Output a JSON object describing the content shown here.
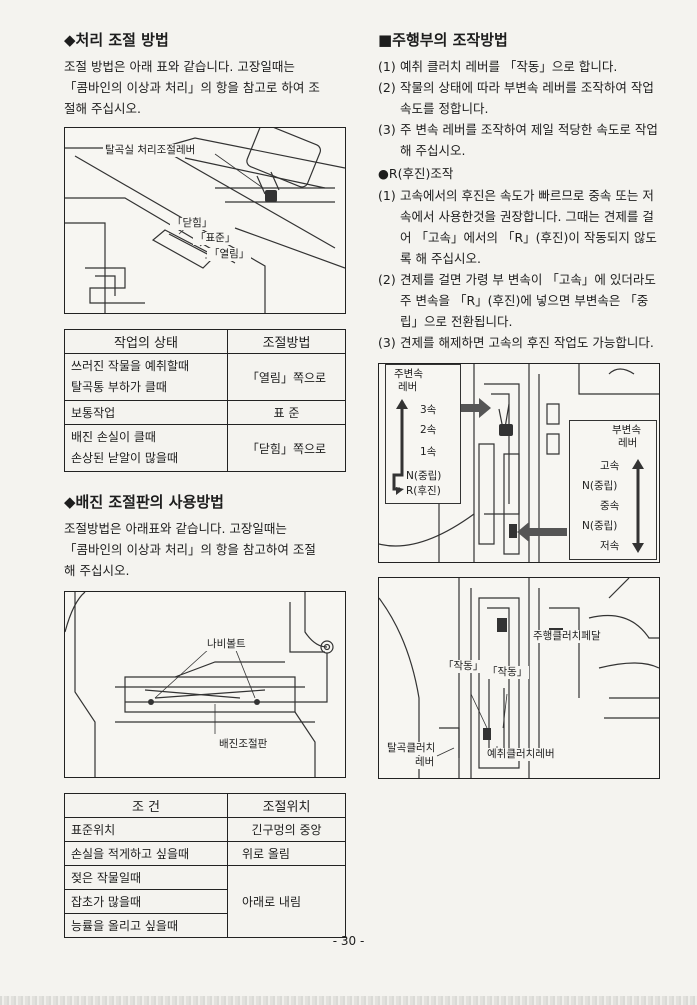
{
  "left": {
    "section1": {
      "title": "◆처리 조절 방법",
      "body": [
        "조절 방법은 아래 표와 같습니다.   고장일때는",
        "「콤바인의 이상과 처리」의 항을 참고로 하여 조",
        "절해 주십시오."
      ],
      "figure": {
        "callouts": {
          "lever": "탈곡실 처리조절레버",
          "close": "「닫힘」",
          "standard": "「표준」",
          "open": "「열림」"
        }
      },
      "table": {
        "headers": [
          "작업의 상태",
          "조절방법"
        ],
        "rows": [
          {
            "state": [
              "쓰러진 작물을 예취할때",
              "탈곡통 부하가 클때"
            ],
            "method": "「열림」쪽으로"
          },
          {
            "state": [
              "보통작업"
            ],
            "method": "표    준"
          },
          {
            "state": [
              "배진 손실이 클때",
              "손상된 낟알이 많을때"
            ],
            "method": "「닫힘」쪽으로"
          }
        ]
      }
    },
    "section2": {
      "title": "◆배진 조절판의 사용방법",
      "body": [
        "조절방법은 아래표와 같습니다.  고장일때는",
        "「콤바인의 이상과 처리」의 항을 참고하여 조절",
        "해 주십시오."
      ],
      "figure": {
        "callouts": {
          "bolt": "나비볼트",
          "plate": "배진조절판"
        }
      },
      "table": {
        "headers": [
          "조        건",
          "조절위치"
        ],
        "rows": [
          {
            "cond": "표준위치",
            "pos": "긴구멍의 중앙"
          },
          {
            "cond": "손실을 적게하고 싶을때",
            "pos": "위로 올림"
          },
          {
            "cond": "젖은 작물일때",
            "pos": "아래로 내림"
          },
          {
            "cond": "잡초가 많을때",
            "pos": ""
          },
          {
            "cond": "능률을 올리고 싶을때",
            "pos": ""
          }
        ]
      }
    }
  },
  "right": {
    "title": "■주행부의 조작방법",
    "steps": [
      {
        "num": "(1)",
        "text": "예취 클러치 레버를 「작동」으로 합니다."
      },
      {
        "num": "(2)",
        "text": "작물의 상태에 따라 부변속 레버를 조작하여 작업속도를 정합니다."
      },
      {
        "num": "(3)",
        "text": "주 변속 레버를 조작하여 제일 적당한 속도로 작업해 주십시오."
      }
    ],
    "reverse": {
      "title": "●R(후진)조작",
      "steps": [
        {
          "num": "(1)",
          "text": "고속에서의 후진은 속도가 빠르므로 중속 또는 저속에서 사용한것을 권장합니다.  그때는 견제를 걸어 「고속」에서의 「R」(후진)이 작동되지 않도록 해 주십시오."
        },
        {
          "num": "(2)",
          "text": "견제를 걸면 가령 부 변속이 「고속」에  있더라도 주 변속을 「R」(후진)에 넣으면  부변속은 「중립」으로 전환됩니다."
        },
        {
          "num": "(3)",
          "text": "견제를 해제하면 고속의 후진 작업도 가능합니다."
        }
      ]
    },
    "figure1": {
      "main_shift": {
        "title_line1": "주변속",
        "title_line2": "레버",
        "items": [
          "3속",
          "2속",
          "1속",
          "N(중립)",
          "R(후진)"
        ]
      },
      "sub_shift": {
        "title_line1": "부변속",
        "title_line2": "레버",
        "items": [
          "고속",
          "N(중립)",
          "중속",
          "N(중립)",
          "저속"
        ]
      }
    },
    "figure2": {
      "callouts": {
        "pedal": "주행클러치페달",
        "act1": "「작동」",
        "act2": "「작동」",
        "threshing_line1": "탈곡클러치",
        "threshing_line2": "레버",
        "reaping": "예취클러치레버"
      }
    }
  },
  "footer": {
    "page": "- 30 -"
  }
}
